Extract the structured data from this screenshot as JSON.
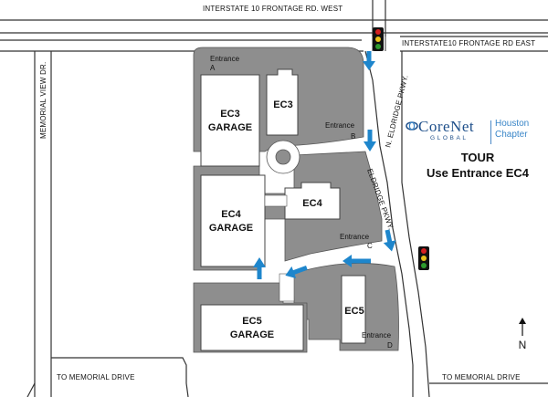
{
  "roads": {
    "interstate_west": "INTERSTATE 10 FRONTAGE RD. WEST",
    "interstate_east": "INTERSTATE10 FRONTAGE RD EAST",
    "memorial_view": "MEMORIAL VIEW DR.",
    "eldridge_north": "N. ELDRIDGE PKWY.",
    "eldridge": "ELDRIDGE PKWY.",
    "to_memorial_left": "TO MEMORIAL DRIVE",
    "to_memorial_right": "TO MEMORIAL DRIVE"
  },
  "buildings": {
    "ec3_garage_line1": "EC3",
    "ec3_garage_line2": "GARAGE",
    "ec3": "EC3",
    "ec4_garage_line1": "EC4",
    "ec4_garage_line2": "GARAGE",
    "ec4": "EC4",
    "ec5": "EC5",
    "ec5_garage_line1": "EC5",
    "ec5_garage_line2": "GARAGE"
  },
  "entrances": {
    "a_word": "Entrance",
    "a_letter": "A",
    "b_word": "Entrance",
    "b_letter": "B",
    "c_word": "Entrance",
    "c_letter": "C",
    "d_word": "Entrance",
    "d_letter": "D"
  },
  "logo": {
    "brand": "CoreNet",
    "brand_sub": "GLOBAL",
    "chapter_line1": "Houston",
    "chapter_line2": "Chapter"
  },
  "tour": {
    "title": "TOUR",
    "subtitle": "Use Entrance EC4"
  },
  "north_label": "N",
  "colors": {
    "lot": "#8e8e8e",
    "road_edge": "#333333",
    "arrow": "#1e86cc",
    "brand": "#1e4f8a",
    "chapter": "#3a86c8",
    "signal_red": "#d62020",
    "signal_yellow": "#e8c21a",
    "signal_green": "#2e9a2e"
  }
}
